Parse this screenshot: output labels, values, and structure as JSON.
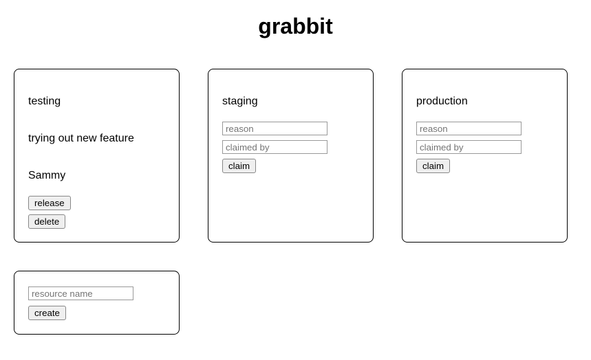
{
  "title": "grabbit",
  "resources": [
    {
      "name": "testing",
      "claim_reason": "trying out new feature",
      "claimed_by": "Sammy",
      "buttons": {
        "release": "release",
        "delete": "delete"
      }
    },
    {
      "name": "staging",
      "inputs": {
        "reason_placeholder": "reason",
        "claimed_by_placeholder": "claimed by"
      },
      "buttons": {
        "claim": "claim"
      }
    },
    {
      "name": "production",
      "inputs": {
        "reason_placeholder": "reason",
        "claimed_by_placeholder": "claimed by"
      },
      "buttons": {
        "claim": "claim"
      }
    }
  ],
  "create_form": {
    "name_placeholder": "resource name",
    "create_button": "create"
  },
  "colors": {
    "page_background": "#ffffff",
    "text": "#000000",
    "card_border": "#000000",
    "button_background": "#efefef",
    "button_border": "#878787",
    "input_border": "#999999",
    "placeholder_text": "#757575"
  }
}
